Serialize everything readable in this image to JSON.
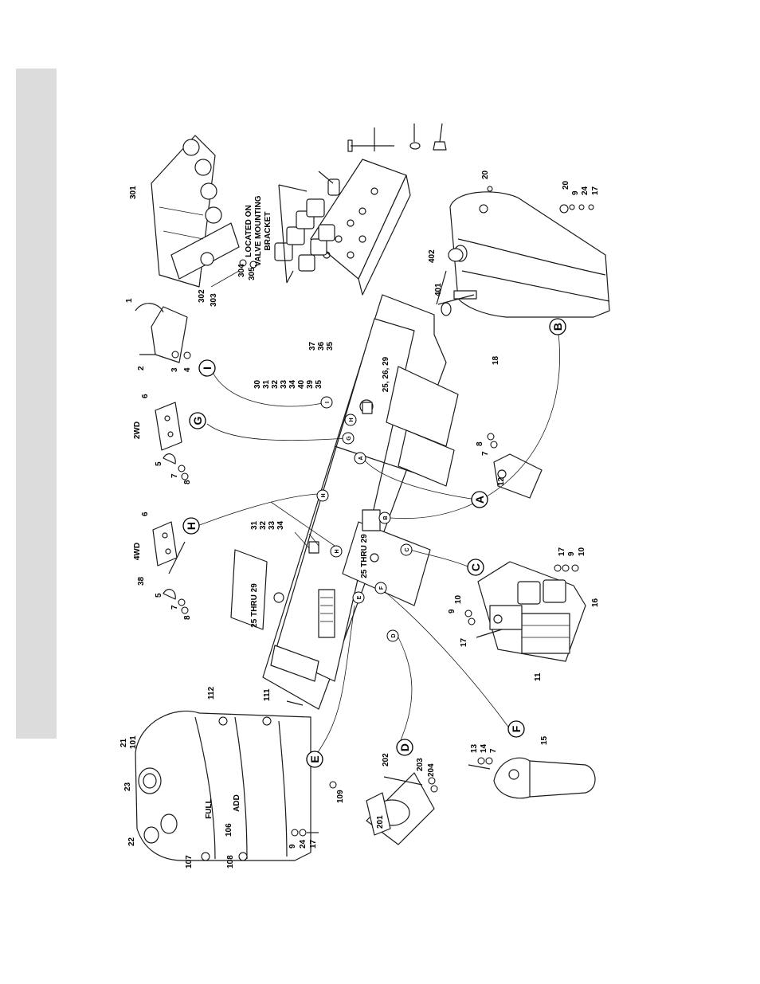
{
  "callouts": {
    "A": "A",
    "B": "B",
    "C": "C",
    "D": "D",
    "E": "E",
    "F": "F",
    "G": "G",
    "H": "H",
    "I": "I"
  },
  "labels": {
    "located_line1": "LOCATED ON",
    "located_line2": "VALVE MOUNTING",
    "located_line3": "BRACKET",
    "four_wd": "4WD",
    "two_wd": "2WD",
    "thru_a": "25 THRU 29",
    "thru_b": "25 THRU 29",
    "thru_c": "25, 26, 29",
    "tank_full": "FULL",
    "tank_add": "ADD",
    "grp_30_35": "30\n31\n32\n33\n34\n40\n39\n35",
    "grp_37": "37\n36\n35",
    "grp_31": "31\n32\n33\n34"
  },
  "parts": {
    "p1": "1",
    "p2": "2",
    "p3": "3",
    "p4": "4",
    "p5a": "5",
    "p5b": "5",
    "p6a": "6",
    "p6b": "6",
    "p7a": "7",
    "p7b": "7",
    "p7c": "7",
    "p7d": "7",
    "p8a": "8",
    "p8b": "8",
    "p8c": "8",
    "p9a": "9",
    "p9b": "9",
    "p9c": "9",
    "p10a": "10",
    "p10b": "10",
    "p11": "11",
    "p12": "12",
    "p13": "13",
    "p14": "14",
    "p15": "15",
    "p16": "16",
    "p17a": "17",
    "p17b": "17",
    "p17c": "17",
    "p17d": "17",
    "p18": "18",
    "p20a": "20",
    "p20b": "20",
    "p21": "21",
    "p22": "22",
    "p23": "23",
    "p24a": "24",
    "p24b": "24",
    "p38": "38",
    "p101": "101",
    "p106": "106",
    "p107": "107",
    "p108": "108",
    "p109": "109",
    "p111": "111",
    "p112": "112",
    "p201": "201",
    "p202": "202",
    "p203": "203",
    "p204": "204",
    "p301": "301",
    "p302": "302",
    "p303": "303",
    "p304": "304",
    "p305": "305",
    "p401": "401",
    "p402": "402"
  }
}
